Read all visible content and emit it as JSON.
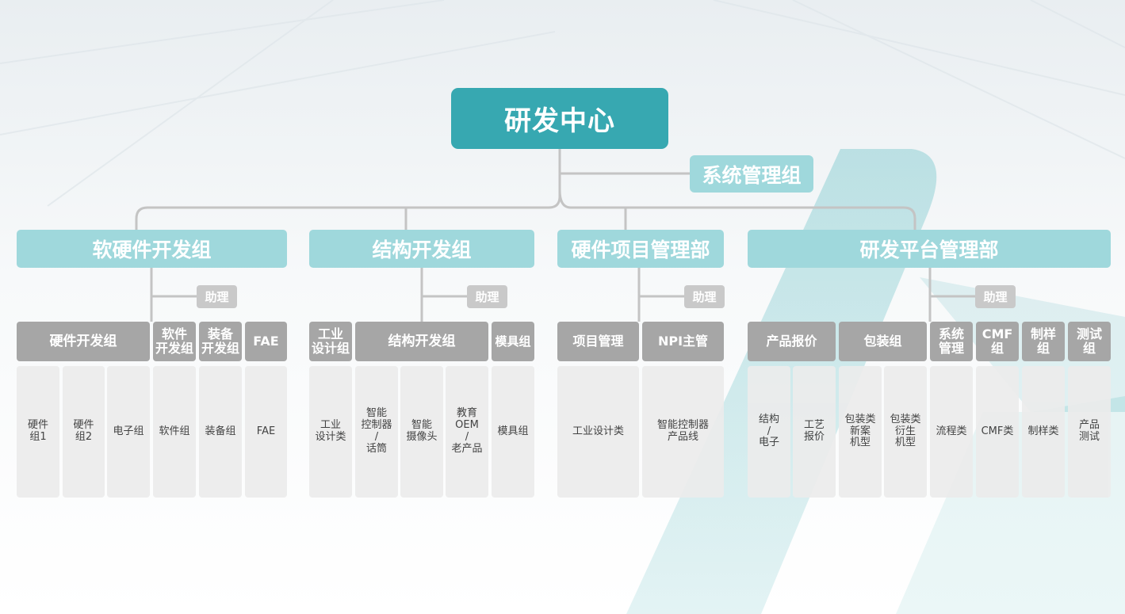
{
  "root": {
    "label": "研发中心"
  },
  "side_group": {
    "label": "系统管理组"
  },
  "assistant_label": "助理",
  "departments": [
    {
      "label": "软硬件开发组",
      "teams": [
        "硬件开发组",
        "软件\n开发组",
        "装备\n开发组",
        "FAE"
      ],
      "leaves": [
        "硬件\n组1",
        "硬件\n组2",
        "电子组",
        "软件组",
        "装备组",
        "FAE"
      ]
    },
    {
      "label": "结构开发组",
      "teams": [
        "工业\n设计组",
        "结构开发组",
        "模具组"
      ],
      "leaves": [
        "工业\n设计类",
        "智能\n控制器\n/\n话筒",
        "智能\n摄像头",
        "教育\nOEM\n/\n老产品",
        "模具组"
      ]
    },
    {
      "label": "硬件项目管理部",
      "teams": [
        "项目管理",
        "NPI主管"
      ],
      "leaves": [
        "工业设计类",
        "智能控制器\n产品线"
      ]
    },
    {
      "label": "研发平台管理部",
      "teams": [
        "产品报价",
        "包装组",
        "系统\n管理",
        "CMF\n组",
        "制样\n组",
        "测试\n组"
      ],
      "leaves": [
        "结构\n/\n电子",
        "工艺\n报价",
        "包装类\n新案\n机型",
        "包装类\n衍生\n机型",
        "流程类",
        "CMF类",
        "制样类",
        "产品\n测试"
      ]
    }
  ],
  "colors": {
    "root": "#37a8b1",
    "department": "#9fd8dc",
    "team": "#a6a6a6",
    "assistant": "#c9c9c9",
    "leaf": "#ececec",
    "connector": "#c4c4c4",
    "accent_stripe": "#8fd0d4"
  }
}
